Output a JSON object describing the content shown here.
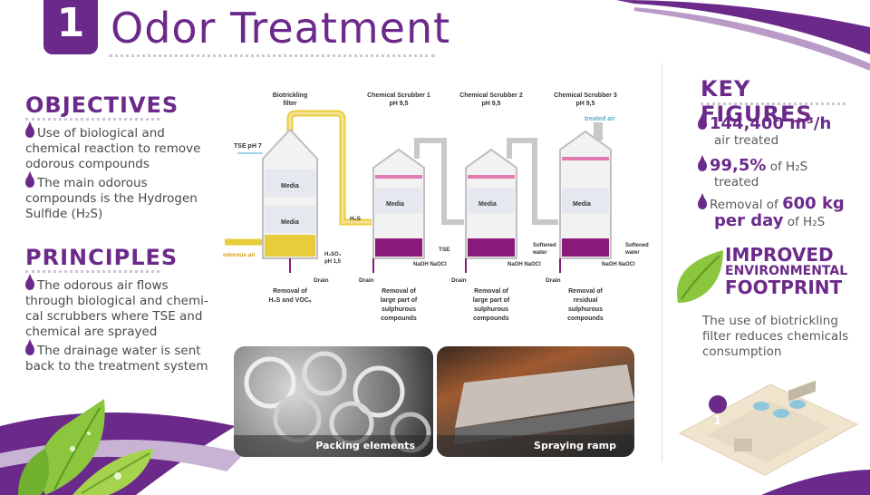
{
  "header": {
    "number": "1",
    "title": "Odor Treatment"
  },
  "objectives": {
    "title": "OBJECTIVES",
    "items": [
      [
        "Use of biological and",
        "chemical reaction to remove",
        "odorous compounds"
      ],
      [
        "The main odorous",
        "compounds is the Hydrogen",
        "Sulfide (H₂S)"
      ]
    ]
  },
  "principles": {
    "title": "PRINCIPLES",
    "items": [
      [
        "The odorous air flows",
        "through biological and chemi-",
        "cal scrubbers where TSE and",
        "chemical are sprayed"
      ],
      [
        "The drainage water is sent",
        "back to the treatment system"
      ]
    ]
  },
  "key_figures": {
    "title": "KEY FIGURES",
    "f1_value": "144,400 m³/h",
    "f1_text": "air treated",
    "f2_value": "99,5%",
    "f2_of": "of H₂S",
    "f2_text": "treated",
    "f3_pre": "Removal of",
    "f3_value1": "600 kg",
    "f3_value2": "per day",
    "f3_post": "of H₂S"
  },
  "improved": {
    "l1": "IMPROVED",
    "l2": "ENVIRONMENTAL",
    "l3": "FOOTPRINT",
    "text": [
      "The use of biotrickling",
      "filter reduces chemicals",
      "consumption"
    ]
  },
  "photos": {
    "left_caption": "Packing elements",
    "right_caption": "Spraying ramp"
  },
  "map": {
    "marker": "1"
  },
  "diagram": {
    "biofilter_title": [
      "Biotrickling",
      "filter"
    ],
    "scrubber1_title": [
      "Chemical Scrubber 1",
      "pH 9,5"
    ],
    "scrubber2_title": [
      "Chemical Scrubber 2",
      "pH 9,5"
    ],
    "scrubber3_title": [
      "Chemical Scrubber 3",
      "pH 9,5"
    ],
    "tse_ph7": "TSE pH 7",
    "treated_air": "treated air",
    "media": "Media",
    "odorous_air": "odorous air",
    "h2s": "H₂S",
    "h2so4": [
      "H₂SO₄",
      "pH 1,5"
    ],
    "drain": "Drain",
    "tse": "TSE",
    "naoh_naocl": "NaOH NaOCl",
    "softened_water": [
      "Softened",
      "water"
    ],
    "removal_biofilter": [
      "Removal of",
      "H₂S and VOCₛ"
    ],
    "removal_s1": [
      "Removal of",
      "large part of",
      "sulphurous",
      "compounds"
    ],
    "removal_s2": [
      "Removal of",
      "large part of",
      "sulphurous",
      "compounds"
    ],
    "removal_s3": [
      "Removal of",
      "residual",
      "sulphurous",
      "compounds"
    ]
  },
  "colors": {
    "purple": "#6b2a8a",
    "yellow": "#e9cc3a",
    "magenta": "#8a1a7a",
    "green": "#7fb833"
  }
}
